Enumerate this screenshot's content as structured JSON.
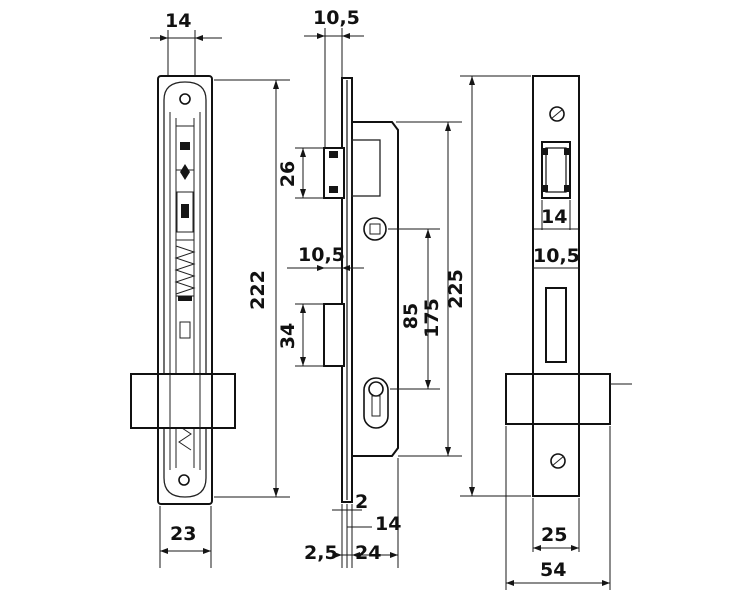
{
  "dimensions": {
    "front_width": "14",
    "front_height": "222",
    "front_bottom": "23",
    "side_top": "10,5",
    "side_latch_height": "26",
    "side_mid": "10,5",
    "side_bolt_height": "34",
    "side_spindle_to_key": "85",
    "side_face_height": "175",
    "side_edge_2": "2",
    "side_edge_14": "14",
    "side_edge_25": "2,5",
    "side_backset": "24",
    "plate_height": "225",
    "plate_latch_width": "14",
    "plate_bolt_width": "10,5",
    "plate_bottom_width": "25",
    "plate_total_width": "54"
  },
  "colors": {
    "line": "#1a1a1a",
    "background": "#ffffff"
  }
}
